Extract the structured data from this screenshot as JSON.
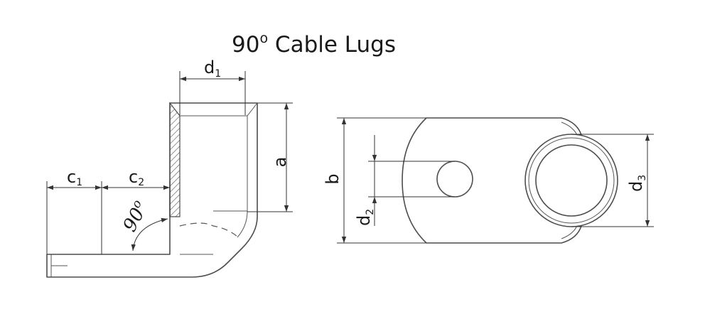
{
  "title": "90",
  "title_degree": "o",
  "title_rest": " Cable Lugs",
  "labels": {
    "d": "d",
    "d1_sub": "1",
    "d2_sub": "2",
    "d3_sub": "3",
    "a": "a",
    "b": "b",
    "c": "c",
    "c1_sub": "1",
    "c2_sub": "2",
    "angle": "90",
    "angle_degree": "o"
  }
}
